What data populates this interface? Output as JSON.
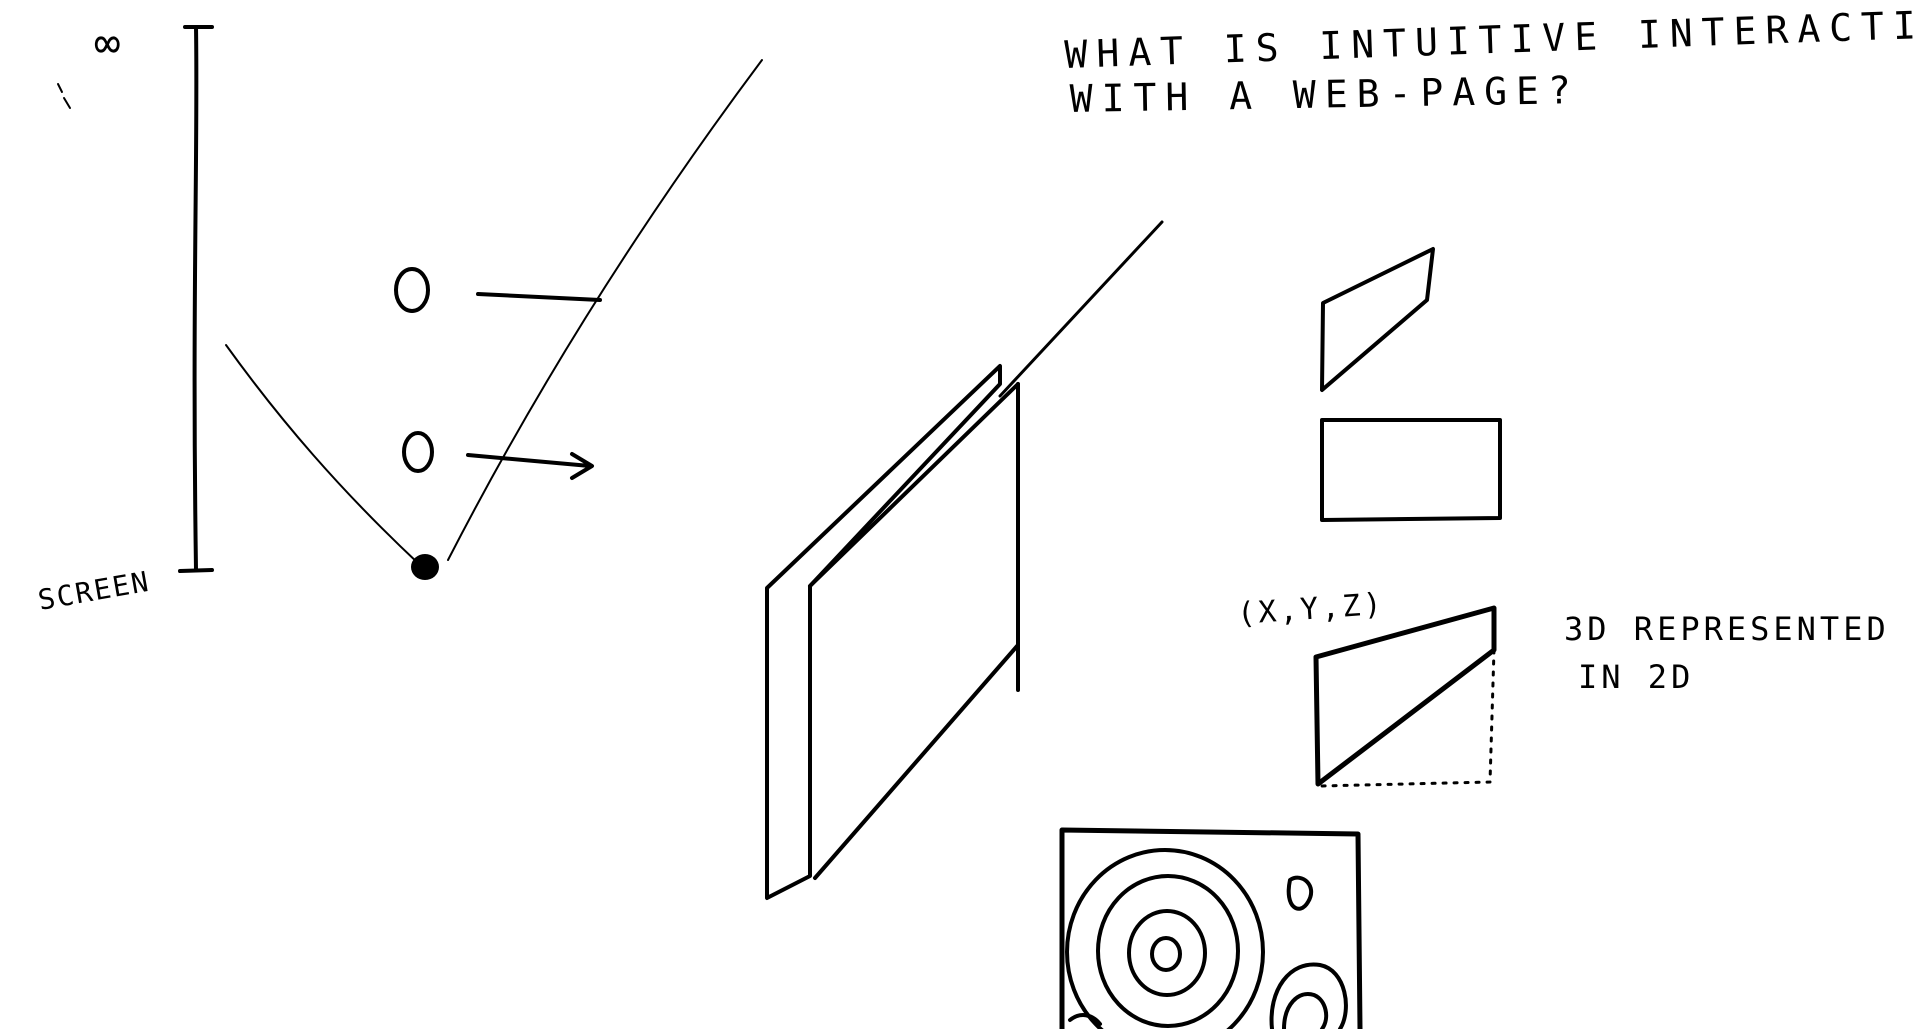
{
  "sketch": {
    "header_line_1": "WHAT IS INTUITIVE INTERACTION",
    "header_line_2": "WITH A WEB-PAGE?",
    "scale_top_label": "∞",
    "scale_bottom_label": "SCREEN",
    "coordinate_label": "(x,y,z)",
    "representation_line_1": "3D REPRESENTED",
    "representation_line_2": "IN 2D"
  },
  "colors": {
    "ink": "#000000",
    "paper": "#ffffff"
  }
}
